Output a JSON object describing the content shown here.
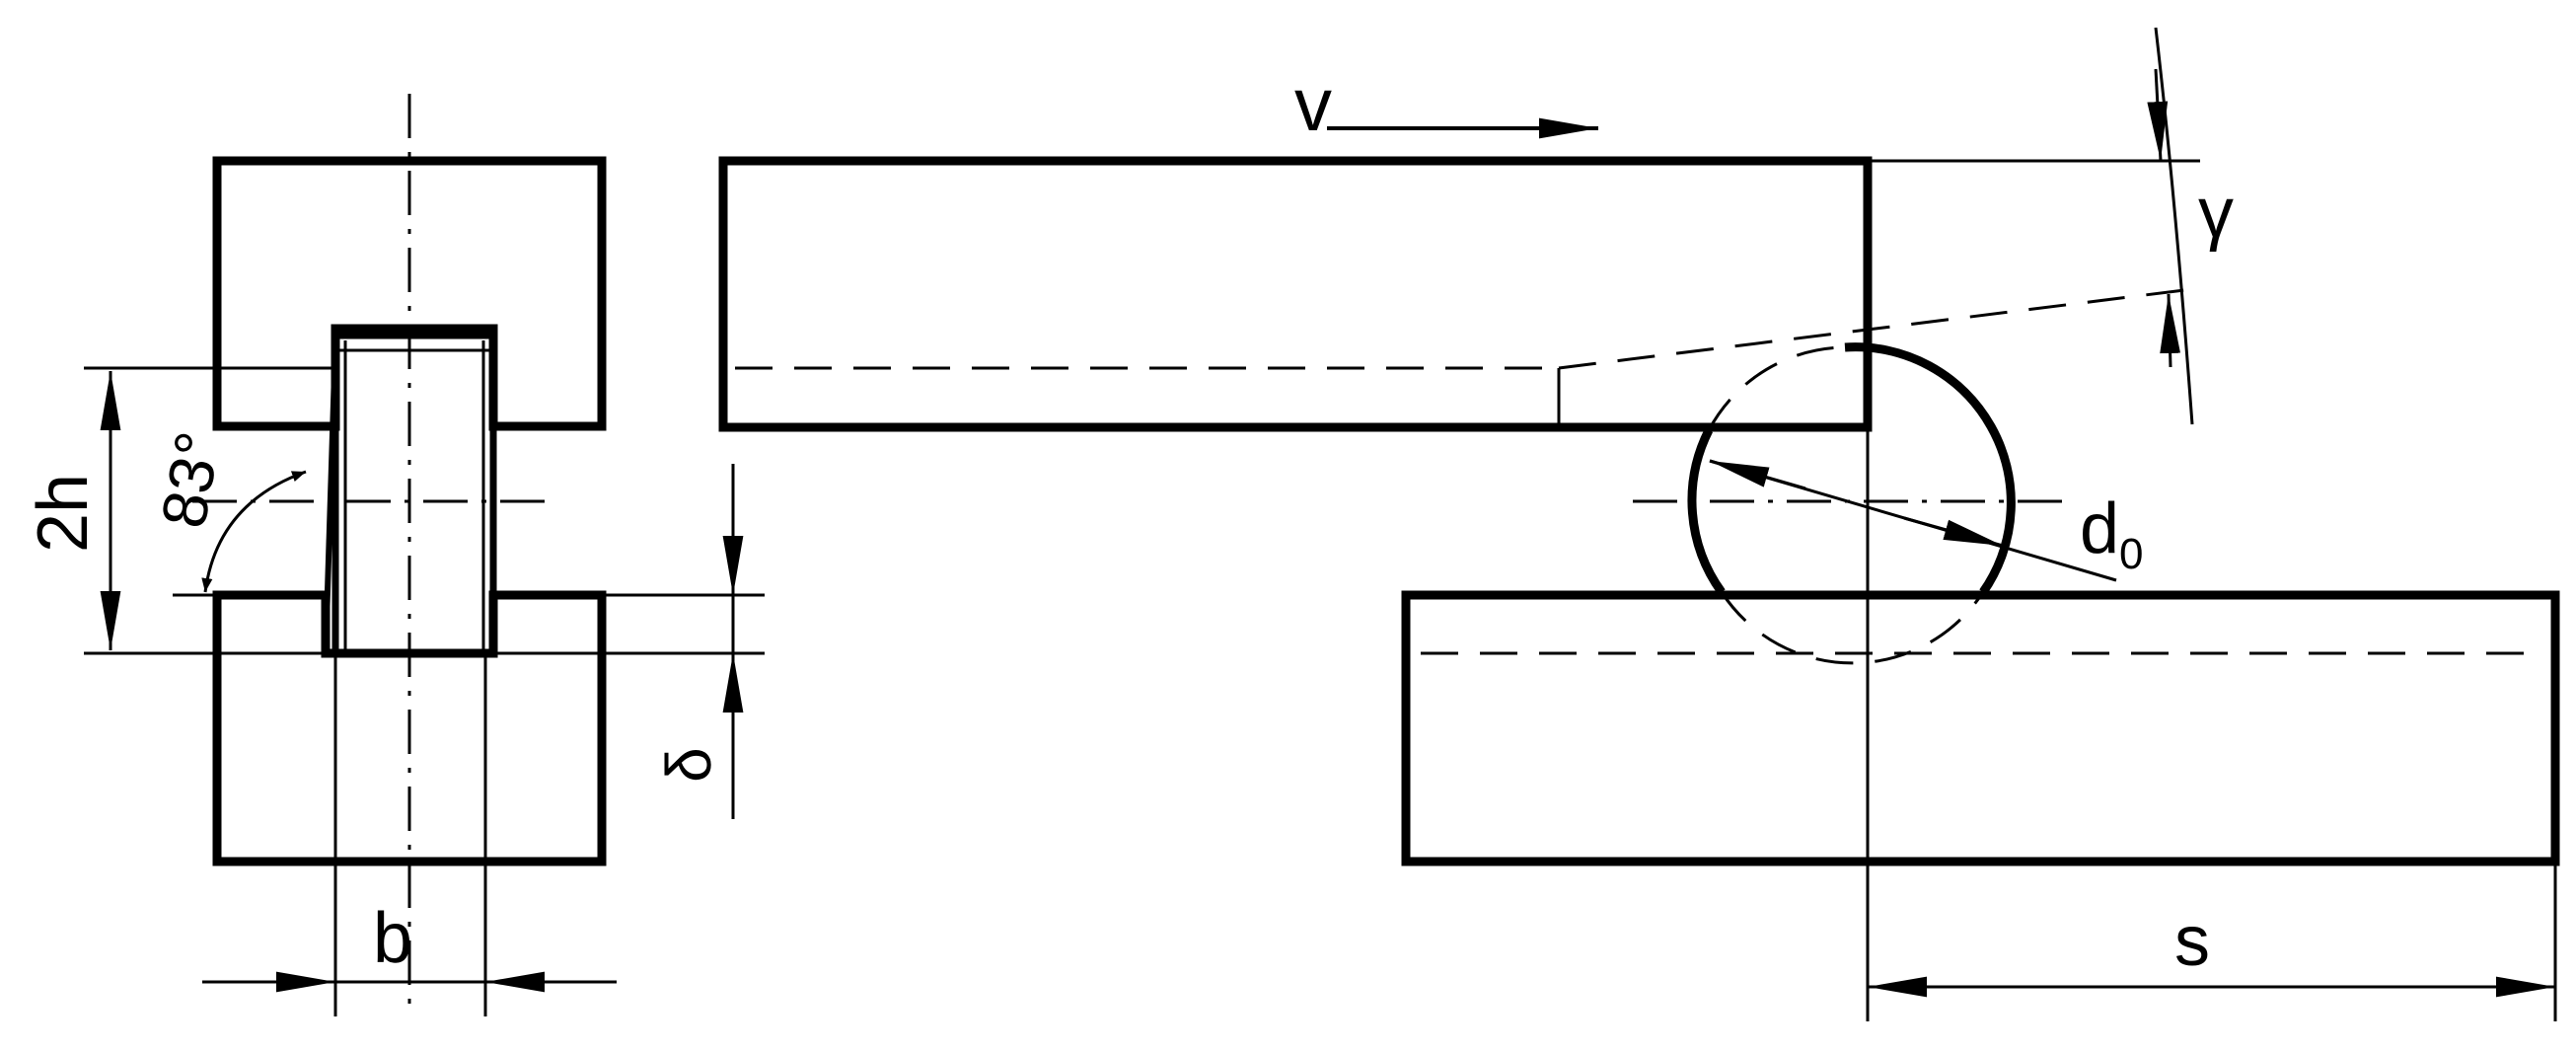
{
  "figure": {
    "labels": {
      "velocity": "v",
      "gamma": "γ",
      "height": "2h",
      "angle": "83°",
      "width": "b",
      "delta": "δ",
      "diameter": "d0",
      "stroke": "s"
    }
  }
}
